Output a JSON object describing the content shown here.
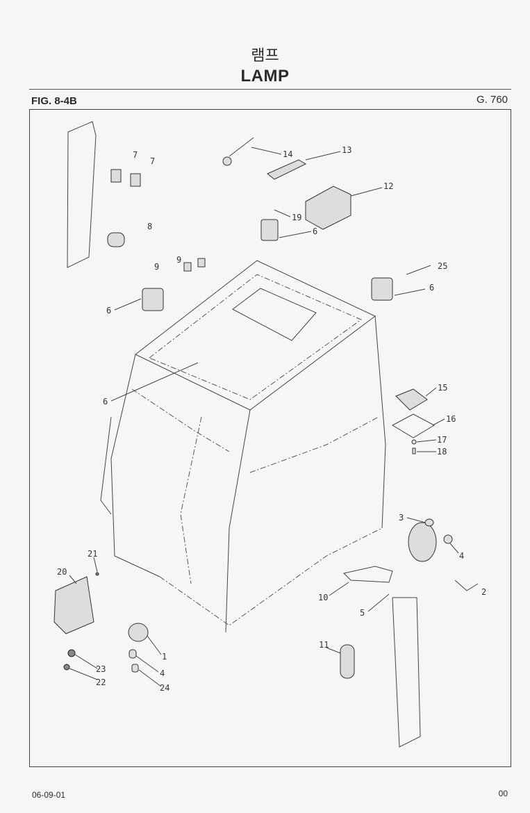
{
  "header": {
    "title_korean": "램프",
    "title": "LAMP",
    "figure": "FIG. 8-4B",
    "group": "G. 760"
  },
  "footer": {
    "date": "06-09-01",
    "revision": "00"
  },
  "callouts": [
    "7",
    "7",
    "8",
    "14",
    "13",
    "12",
    "19",
    "6",
    "9",
    "9",
    "25",
    "6",
    "6",
    "6",
    "15",
    "16",
    "17",
    "18",
    "3",
    "4",
    "2",
    "10",
    "5",
    "21",
    "20",
    "11",
    "1",
    "23",
    "4",
    "22",
    "24"
  ]
}
